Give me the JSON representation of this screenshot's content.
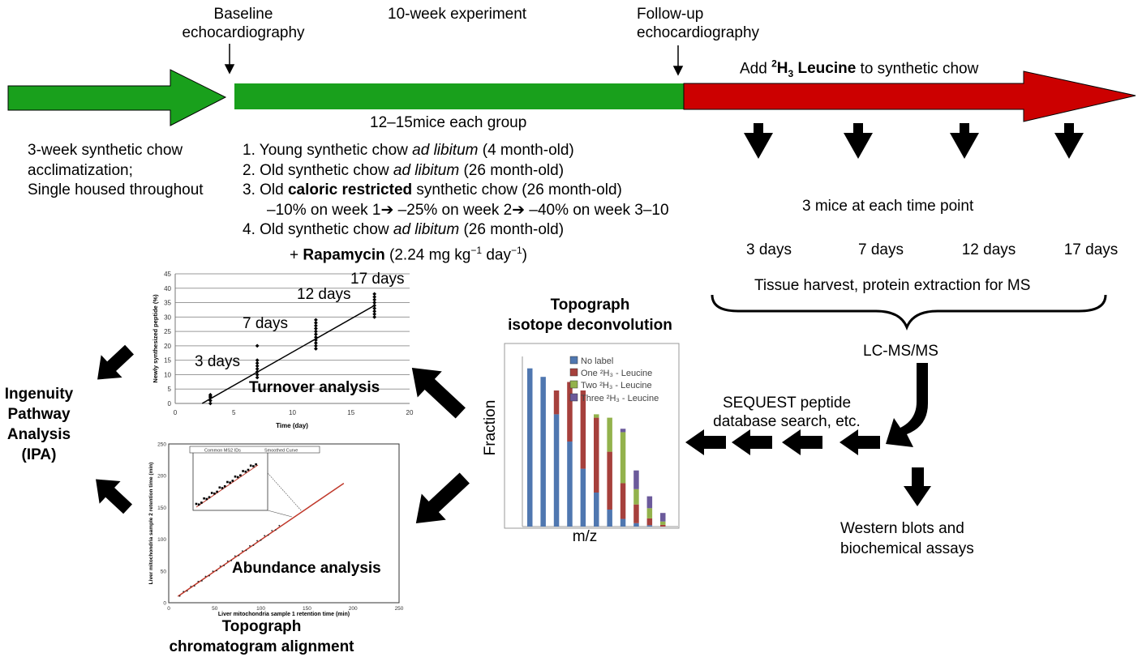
{
  "timeline": {
    "baseline": [
      "Baseline",
      "echocardiography"
    ],
    "experiment_label": "10-week experiment",
    "followup": [
      "Follow-up",
      "echocardiography"
    ],
    "add_leucine": {
      "prefix": "Add ",
      "iso_sup": "2",
      "iso_main": "H",
      "iso_sub": "3",
      "bold": " Leucine",
      "suffix": " to synthetic chow"
    },
    "mice_per_group": "12–15mice each group",
    "acclimatization": [
      "3-week synthetic chow",
      "acclimatization;",
      "Single housed throughout"
    ],
    "colors": {
      "green": "#19a01c",
      "red": "#cc0000"
    }
  },
  "groups": {
    "g1": {
      "a": "1. Young synthetic chow ",
      "i": "ad libitum",
      "b": " (4 month-old)"
    },
    "g2": {
      "a": "2. Old synthetic chow ",
      "i": "ad libitum",
      "b": " (26 month-old)"
    },
    "g3": {
      "a": "3. Old ",
      "bold": "caloric restricted",
      "b": " synthetic chow (26 month-old)"
    },
    "g3_detail": "–10% on week 1➔ –25% on week 2➔ –40% on week 3–10",
    "g4": {
      "a": "4. Old synthetic chow ",
      "i": "ad libitum",
      "b": " (26 month-old)"
    },
    "g4_detail": {
      "a": "+ ",
      "bold": "Rapamycin",
      "b": " (2.24 mg kg",
      "sup1": "−1",
      "c": " day",
      "sup2": "−1",
      "d": ")"
    }
  },
  "sampling": {
    "mice_label": "3 mice at each time point",
    "time_points": [
      "3 days",
      "7 days",
      "12 days",
      "17 days"
    ],
    "harvest": "Tissue harvest, protein extraction for MS",
    "lcms": "LC-MS/MS",
    "sequest": [
      "SEQUEST peptide",
      "database search, etc."
    ],
    "western": [
      "Western blots and",
      "biochemical assays"
    ]
  },
  "topograph": {
    "deconv_title": [
      "Topograph",
      "isotope deconvolution"
    ],
    "align_title": [
      "Topograph",
      "chromatogram alignment"
    ]
  },
  "ipa": [
    "Ingenuity",
    "Pathway",
    "Analysis",
    "(IPA)"
  ],
  "chart_data": [
    {
      "type": "scatter",
      "caption": "Turnover analysis",
      "xlabel": "Time (day)",
      "ylabel": "Newly synthesized peptide (%)",
      "xlim": [
        0,
        20
      ],
      "ylim": [
        0,
        45
      ],
      "xticks": [
        "0",
        "5",
        "10",
        "15",
        "20"
      ],
      "yticks": [
        "0",
        "5",
        "10",
        "15",
        "20",
        "25",
        "30",
        "35",
        "40",
        "45"
      ],
      "grid": "horizontal",
      "annotations": [
        "3 days",
        "7 days",
        "12 days",
        "17 days"
      ],
      "points": [
        [
          3,
          0
        ],
        [
          3,
          1
        ],
        [
          3,
          2
        ],
        [
          3,
          3
        ],
        [
          3,
          2.5
        ],
        [
          7,
          9
        ],
        [
          7,
          10
        ],
        [
          7,
          11
        ],
        [
          7,
          12
        ],
        [
          7,
          13
        ],
        [
          7,
          14
        ],
        [
          7,
          15
        ],
        [
          7,
          20
        ],
        [
          12,
          19
        ],
        [
          12,
          20
        ],
        [
          12,
          21
        ],
        [
          12,
          22
        ],
        [
          12,
          23
        ],
        [
          12,
          24
        ],
        [
          12,
          25
        ],
        [
          12,
          26
        ],
        [
          12,
          27
        ],
        [
          12,
          28
        ],
        [
          12,
          29
        ],
        [
          17,
          30
        ],
        [
          17,
          31
        ],
        [
          17,
          32
        ],
        [
          17,
          33
        ],
        [
          17,
          34
        ],
        [
          17,
          35
        ],
        [
          17,
          36
        ],
        [
          17,
          37
        ],
        [
          17,
          38
        ]
      ],
      "fit_line": [
        [
          2.3,
          0
        ],
        [
          17,
          34
        ]
      ]
    },
    {
      "type": "bar",
      "title": "",
      "xlabel": "m/z",
      "ylabel": "Fraction",
      "series": [
        {
          "name": "No label",
          "color": "#4f77b0",
          "values": [
            0.93,
            0.88,
            0.66,
            0.5,
            0.34,
            0.2,
            0.1,
            0.045,
            0.02,
            0.008,
            0
          ]
        },
        {
          "name": "One ²H₃ - Leucine",
          "color": "#a6403c",
          "values": [
            0,
            0,
            0.14,
            0.35,
            0.46,
            0.44,
            0.34,
            0.21,
            0.11,
            0.04,
            0.01
          ]
        },
        {
          "name": "Two ²H₃ - Leucine",
          "color": "#93b24c",
          "values": [
            0,
            0,
            0,
            0,
            0,
            0.02,
            0.2,
            0.3,
            0.09,
            0.06,
            0.02
          ]
        },
        {
          "name": "Three ²H₃ - Leucine",
          "color": "#6b5a9b",
          "values": [
            0,
            0,
            0,
            0,
            0,
            0,
            0,
            0.02,
            0.11,
            0.07,
            0.05
          ]
        }
      ]
    },
    {
      "type": "scatter",
      "caption": "Abundance analysis",
      "xlabel": "Liver mitochondria sample 1 retention time (min)",
      "ylabel": "Liver mitochondria sample 2 retention time (min)",
      "xlim": [
        0,
        250
      ],
      "ylim": [
        0,
        250
      ],
      "xticks": [
        "0",
        "50",
        "100",
        "150",
        "200",
        "250"
      ],
      "yticks": [
        "0",
        "50",
        "100",
        "150",
        "200",
        "250"
      ],
      "legend": [
        "Common MS2 IDs",
        "Smoothed Curve"
      ],
      "fit_line": [
        [
          10,
          10
        ],
        [
          190,
          188
        ]
      ]
    }
  ]
}
